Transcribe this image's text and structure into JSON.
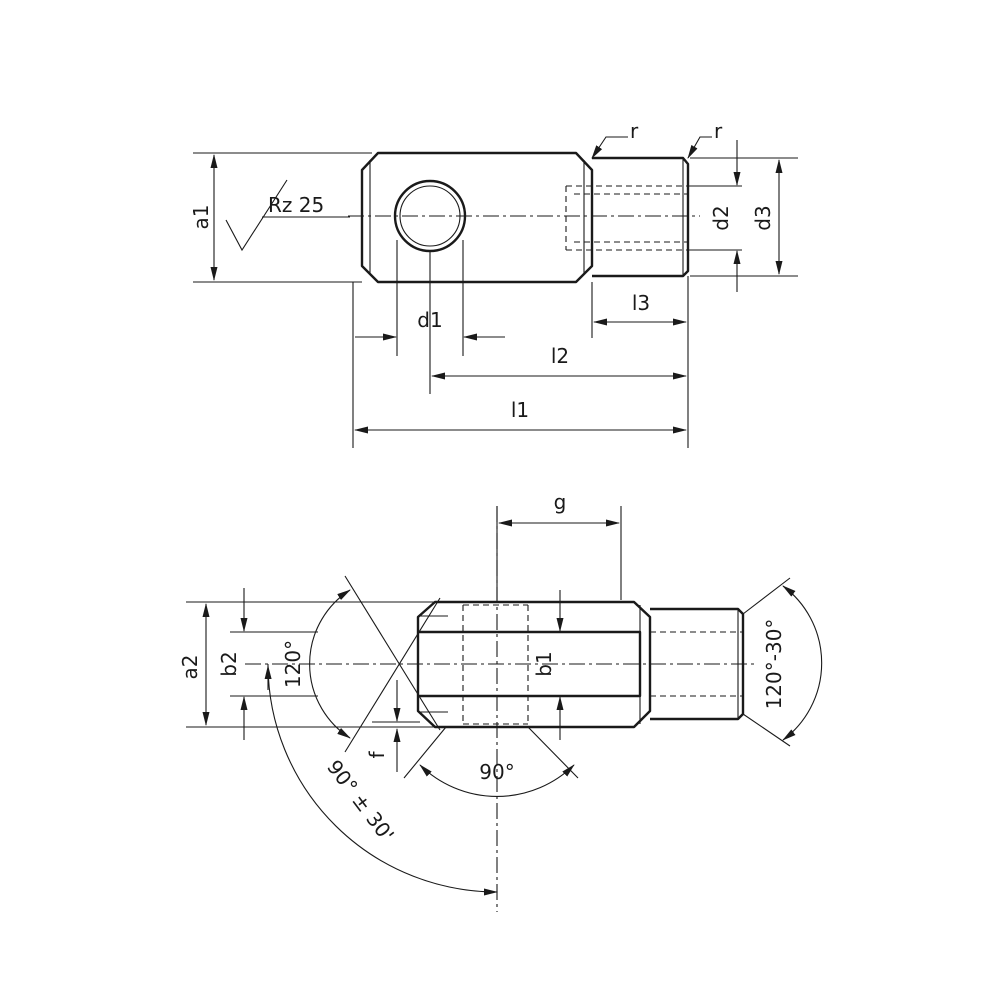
{
  "top_view": {
    "labels": {
      "a1": "a1",
      "rz": "Rz 25",
      "d1": "d1",
      "d2": "d2",
      "d3": "d3",
      "l1": "l1",
      "l2": "l2",
      "l3": "l3",
      "r_left": "r",
      "r_right": "r"
    }
  },
  "bottom_view": {
    "labels": {
      "g": "g",
      "a2": "a2",
      "b2": "b2",
      "b1": "b1",
      "f": "f",
      "angle_120": "120°",
      "angle_90": "90°",
      "angle_90_tol": "90° ± 30'",
      "angle_120_tol": "120°-30°"
    }
  },
  "colors": {
    "line": "#1a1a1a",
    "background": "#ffffff"
  }
}
